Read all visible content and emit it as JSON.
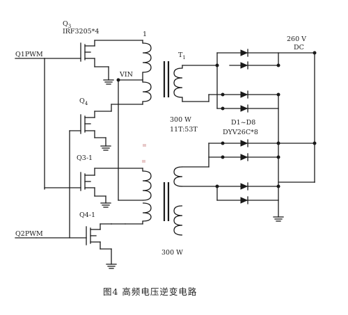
{
  "labels": {
    "q3_top": "Q",
    "q3_sub": "3",
    "irf": "IRF3205*4",
    "q1pwm": "Q1PWM",
    "q4_top": "Q",
    "q4_sub": "4",
    "q3_1": "Q3-1",
    "q4_1": "Q4-1",
    "q2pwm": "Q2PWM",
    "vin": "VIN",
    "one": "1",
    "t1": "T",
    "t1_sub": "1",
    "power_top": "300  W",
    "ratio": "11T:53T",
    "power_bottom": "300  W",
    "d1_d8": "D1~D8",
    "dyv": "DYV26C*8",
    "v260": "260  V",
    "dc": "DC"
  },
  "caption": "图4   高频电压逆变电路",
  "colors": {
    "ink": "#1a1a1a",
    "smudge": "#e8c9c9"
  }
}
